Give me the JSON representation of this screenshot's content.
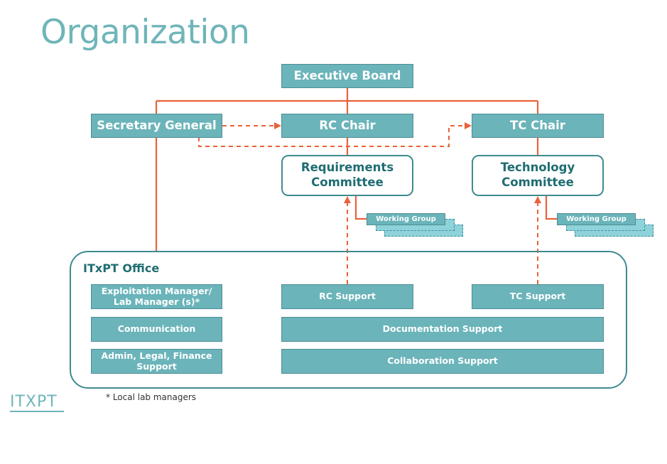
{
  "title": "Organization",
  "nodes": {
    "executive_board": "Executive Board",
    "secretary_general": "Secretary General",
    "rc_chair": "RC Chair",
    "tc_chair": "TC Chair",
    "requirements_committee": "Requirements Committee",
    "technology_committee": "Technology Committee",
    "working_group_rc": "Working Group",
    "working_group_tc": "Working Group"
  },
  "office": {
    "label": "ITxPT Office",
    "exploitation_manager": "Exploitation Manager/ Lab Manager (s)*",
    "communication": "Communication",
    "admin": "Admin, Legal, Finance Support",
    "rc_support": "RC Support",
    "tc_support": "TC Support",
    "documentation_support": "Documentation Support",
    "collaboration_support": "Collaboration Support"
  },
  "footnote": "* Local lab managers",
  "logo": "ITXPT",
  "colors": {
    "box_fill": "#6ab4ba",
    "box_border": "#4f8e93",
    "dark_teal": "#3e8b90",
    "title": "#6fb5b9",
    "connector": "#e8623c"
  }
}
